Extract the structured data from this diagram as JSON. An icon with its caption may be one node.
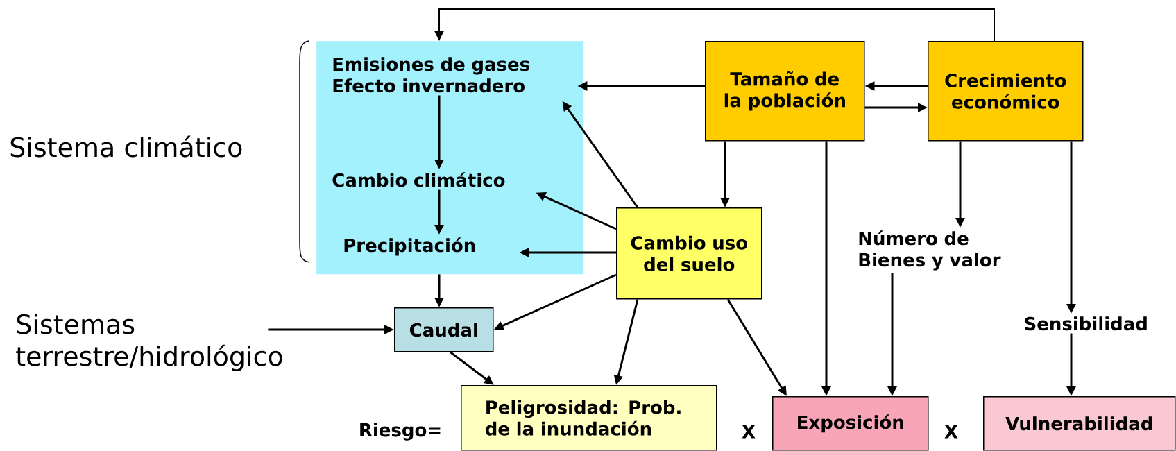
{
  "diagram": {
    "nodes": [
      {
        "text": [],
        "shape": "box"
      },
      {
        "text": [
          "Emisiones de gases Efecto invernadero"
        ],
        "in": 0
      },
      {
        "text": [
          "Cambio climático"
        ],
        "in": 0
      },
      {
        "text": [
          "Precipitación"
        ],
        "in": 0
      },
      {
        "text": [
          "Tamaño de la población"
        ]
      },
      {
        "text": [
          "Crecimiento económico"
        ]
      },
      {
        "text": [
          "Cambio uso del suelo"
        ]
      },
      {
        "text": [
          "Número de Bienes y valor"
        ]
      },
      {
        "text": [
          "Sistemas terrestre/hidrológico"
        ]
      },
      {
        "text": [
          "Caudal"
        ]
      },
      {
        "text": [
          "Sensibilidad"
        ]
      },
      {
        "text": [
          "Peligrosidad: Prob. de la inundación"
        ]
      },
      {
        "text": [
          "Exposición"
        ]
      },
      {
        "text": [
          "Vulnerabilidad"
        ]
      }
    ],
    "edges": [
      {
        "from": 5,
        "to": 0,
        "arrow": "to"
      },
      {
        "from": 4,
        "to": 1,
        "arrow": "to"
      },
      {
        "from": 5,
        "to": 4,
        "arrow": "to"
      },
      {
        "from": 4,
        "to": 5,
        "arrow": "to"
      },
      {
        "from": 1,
        "to": 2,
        "arrow": "to"
      },
      {
        "from": 2,
        "to": 3,
        "arrow": "to"
      },
      {
        "from": 6,
        "to": 1,
        "arrow": "to"
      },
      {
        "from": 6,
        "to": 2,
        "arrow": "to"
      },
      {
        "from": 6,
        "to": 3,
        "arrow": "to"
      },
      {
        "from": 0,
        "to": 9,
        "arrow": "to"
      },
      {
        "from": 8,
        "to": 9,
        "arrow": "to"
      },
      {
        "from": 6,
        "to": 9,
        "arrow": "to"
      },
      {
        "from": 6,
        "to": 11,
        "arrow": "to"
      },
      {
        "from": 9,
        "to": 11,
        "arrow": "to"
      },
      {
        "from": 6,
        "to": 12,
        "arrow": "to"
      },
      {
        "from": 4,
        "to": 6,
        "arrow": "to"
      },
      {
        "from": 4,
        "to": 12,
        "arrow": "to"
      },
      {
        "from": 5,
        "to": 7,
        "arrow": "to"
      },
      {
        "from": 7,
        "to": 12,
        "arrow": "to"
      },
      {
        "from": 5,
        "to": 10,
        "arrow": "to"
      },
      {
        "from": 10,
        "to": 13,
        "arrow": "to"
      }
    ],
    "labels": [
      "Sistema climático",
      "Riesgo=",
      "X",
      "X"
    ]
  }
}
